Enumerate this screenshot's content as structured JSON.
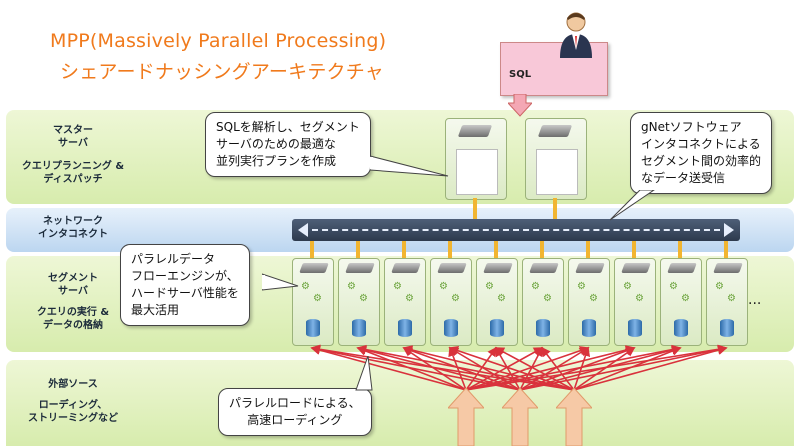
{
  "title": {
    "line1": "MPP(Massively Parallel Processing)",
    "line2": "シェアードナッシングアーキテクチャ"
  },
  "sql_label": "SQL",
  "bands": {
    "master": {
      "line1": "マスター",
      "line2": "サーバ",
      "line3": "クエリプランニング &",
      "line4": "ディスパッチ"
    },
    "network": {
      "line1": "ネットワーク",
      "line2": "インタコネクト"
    },
    "segment": {
      "line1": "セグメント",
      "line2": "サーバ",
      "line3": "クエリの実行 &",
      "line4": "データの格納"
    },
    "external": {
      "line1": "外部ソース",
      "line2": "ローディング、",
      "line3": "ストリーミングなど"
    }
  },
  "callouts": {
    "sql_parse": [
      "SQLを解析し、セグメント",
      "サーバのための最適な",
      "並列実行プランを作成"
    ],
    "gnet": [
      "gNetソフトウェア",
      "インタコネクトによる",
      "セグメント間の効率的",
      "なデータ送受信"
    ],
    "dataflow": [
      "パラレルデータ",
      "フローエンジンが、",
      "ハードサーバ性能を",
      "最大活用"
    ],
    "parallel_load": [
      "パラレルロードによる、",
      "高速ローディング"
    ]
  },
  "ellipsis": "...",
  "colors": {
    "title": "#f07a1c",
    "band_green": "#dbeeb5",
    "band_blue": "#c6dcf2",
    "interconnect": "#3a4860",
    "connector": "#f1b531",
    "load_arrows": "#d9323c",
    "big_arrow": "#f6c9a6",
    "sql_note": "#f8c8d8"
  },
  "icons": [
    "user-icon",
    "server-icon",
    "database-icon",
    "gear-icon",
    "document-icon"
  ]
}
